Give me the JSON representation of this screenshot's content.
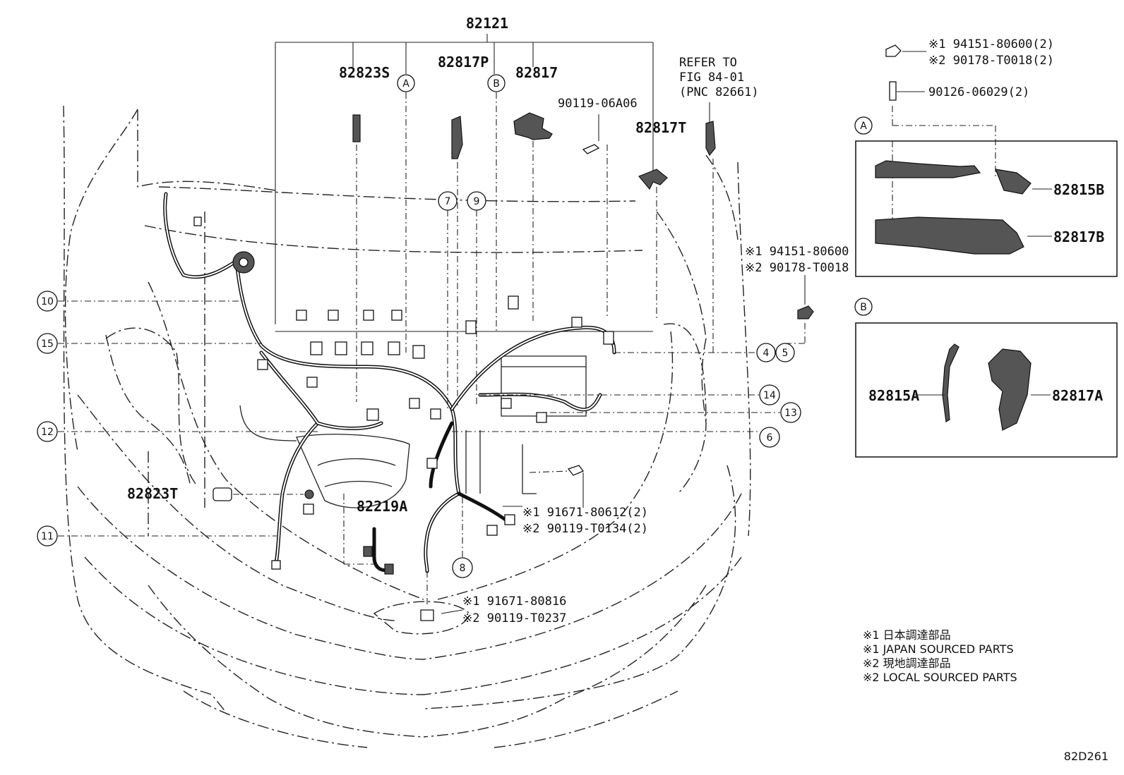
{
  "diagram_code": "82D261",
  "main_part": "82121",
  "part_labels": {
    "p82823S": "82823S",
    "p82817P": "82817P",
    "p82817": "82817",
    "p82817T": "82817T",
    "p82823T": "82823T",
    "p82219A": "82219A",
    "p90119_06A06": "90119-06A06",
    "p82815B": "82815B",
    "p82817B": "82817B",
    "p82815A": "82815A",
    "p82817A": "82817A",
    "p90126_06029": "90126-06029(2)"
  },
  "refer": {
    "line1": "REFER TO",
    "line2": "FIG 84-01",
    "line3": "(PNC 82661)"
  },
  "fasteners": {
    "top_right_1": "※1 94151-80600(2)",
    "top_right_2": "※2 90178-T0018(2)",
    "mid_right_1": "※1 94151-80600",
    "mid_right_2": "※2 90178-T0018",
    "center_1": "※1 91671-80612(2)",
    "center_2": "※2 90119-T0134(2)",
    "bottom_1": "※1 91671-80816",
    "bottom_2": "※2 90119-T0237"
  },
  "detail_letters": {
    "a": "A",
    "b": "B"
  },
  "callouts": {
    "c4": "4",
    "c5": "5",
    "c6": "6",
    "c7": "7",
    "c8": "8",
    "c9": "9",
    "c10": "10",
    "c11": "11",
    "c12": "12",
    "c13": "13",
    "c14": "14",
    "c15": "15"
  },
  "legend": {
    "l1": "※1 日本調達部品",
    "l2": "※1 JAPAN SOURCED PARTS",
    "l3": "※2 現地調達部品",
    "l4": "※2 LOCAL SOURCED PARTS"
  }
}
